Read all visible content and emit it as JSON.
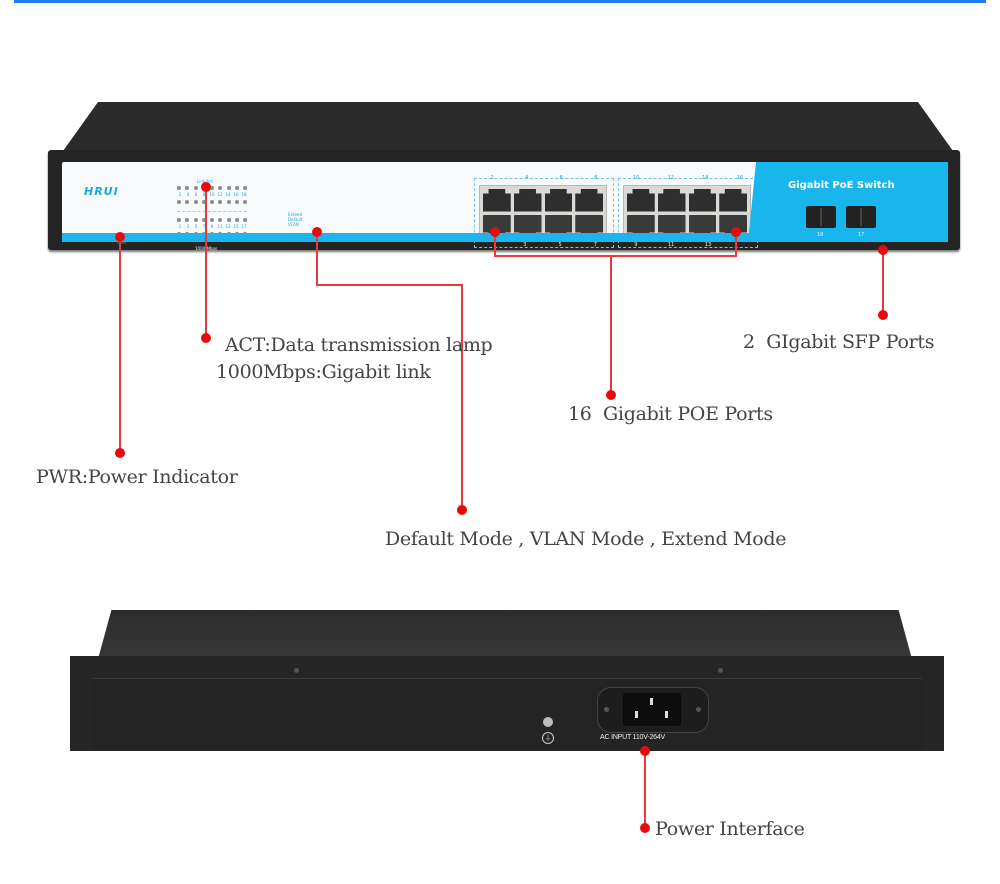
{
  "colors": {
    "accent_bar": "#1e7cf0",
    "panel_blue": "#19b6ee",
    "callout_red": "#e80a0a",
    "device_body": "#242424"
  },
  "front_device": {
    "brand_logo": "HRUI",
    "product_title": "Gigabit PoE Switch",
    "pwr_label": "PWR",
    "led_title_top": "Link/Act",
    "led_title_bottom": "1000 Mbps",
    "led_numbers_top": [
      "2",
      "4",
      "6",
      "8",
      "10",
      "12",
      "14",
      "16",
      "18"
    ],
    "led_numbers_bottom": [
      "1",
      "3",
      "5",
      "7",
      "9",
      "11",
      "13",
      "15",
      "17"
    ],
    "mode_labels": [
      "Extend",
      "Default",
      "VLAN"
    ],
    "port_block_left": {
      "top_numbers": [
        "2",
        "4",
        "6",
        "8"
      ],
      "bottom_numbers": [
        "",
        "3",
        "5",
        "7"
      ]
    },
    "port_block_right": {
      "top_numbers": [
        "10",
        "12",
        "14",
        "16"
      ],
      "bottom_numbers": [
        "9",
        "11",
        "13",
        ""
      ]
    },
    "sfp_ports": [
      "18",
      "17"
    ]
  },
  "back_device": {
    "ac_label": "AC INPUT 110V-264V"
  },
  "callouts": {
    "act": "ACT:Data transmission lamp",
    "gigabit_link": "1000Mbps:Gigabit link",
    "pwr": "PWR:Power Indicator",
    "modes": "Default Mode , VLAN Mode , Extend Mode",
    "poe_ports": "16  Gigabit POE Ports",
    "sfp_ports": "2  GIgabit SFP Ports",
    "power_interface": "Power Interface"
  }
}
